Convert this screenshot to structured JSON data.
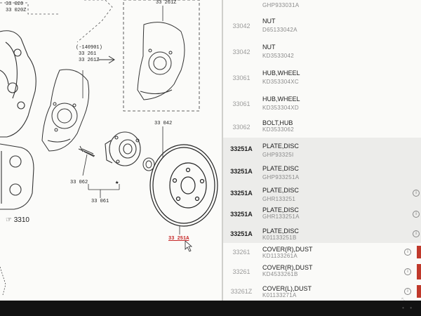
{
  "diagram": {
    "labels": {
      "top_left_1": "33 020",
      "top_left_2": "33 020Z",
      "shield_top": "33 261Z",
      "date_note": "(-140901)",
      "shield_a": "33 261",
      "shield_b": "33 261Z",
      "nut_label": "33 042",
      "bolt_label": "33 062",
      "hub_label": "33 061",
      "star": "★",
      "caliper_ref": "3310",
      "disc_label": "33 251A"
    }
  },
  "parts_list": {
    "rows": [
      {
        "code": "",
        "name": "",
        "pn": "GHP933031A",
        "bold": false,
        "info": false,
        "red": false
      },
      {
        "code": "33042",
        "name": "NUT",
        "pn": "D65133042A",
        "bold": false,
        "info": false,
        "red": false
      },
      {
        "code": "33042",
        "name": "NUT",
        "pn": "KD3533042",
        "bold": false,
        "info": false,
        "red": false
      },
      {
        "code": "33061",
        "name": "HUB,WHEEL",
        "pn": "KD353304XC",
        "bold": false,
        "info": false,
        "red": false
      },
      {
        "code": "33061",
        "name": "HUB,WHEEL",
        "pn": "KD353304XD",
        "bold": false,
        "info": false,
        "red": false
      },
      {
        "code": "33062",
        "name": "BOLT,HUB",
        "pn": "KD3533062",
        "bold": false,
        "info": false,
        "red": false
      },
      {
        "code": "33251A",
        "name": "PLATE,DISC",
        "pn": "GHP93325I",
        "bold": true,
        "info": false,
        "red": false
      },
      {
        "code": "33251A",
        "name": "PLATE,DISC",
        "pn": "GHP933251A",
        "bold": true,
        "info": false,
        "red": false
      },
      {
        "code": "33251A",
        "name": "PLATE,DISC",
        "pn": "GHR133251",
        "bold": true,
        "info": true,
        "red": false
      },
      {
        "code": "33251A",
        "name": "PLATE,DISC",
        "pn": "GHR133251A",
        "bold": true,
        "info": true,
        "red": false
      },
      {
        "code": "33251A",
        "name": "PLATE,DISC",
        "pn": "K01133251B",
        "bold": true,
        "info": true,
        "red": false
      },
      {
        "code": "33261",
        "name": "COVER(R),DUST",
        "pn": "KD1133261A",
        "bold": false,
        "info": true,
        "red": true
      },
      {
        "code": "33261",
        "name": "COVER(R),DUST",
        "pn": "KD4533261B",
        "bold": false,
        "info": true,
        "red": true
      },
      {
        "code": "33261Z",
        "name": "COVER(L),DUST",
        "pn": "K01133271A",
        "bold": false,
        "info": true,
        "red": true
      }
    ]
  },
  "colors": {
    "accent_red": "#c0392b",
    "text_dark": "#1d1d1d",
    "text_muted": "#8a8a8a"
  }
}
